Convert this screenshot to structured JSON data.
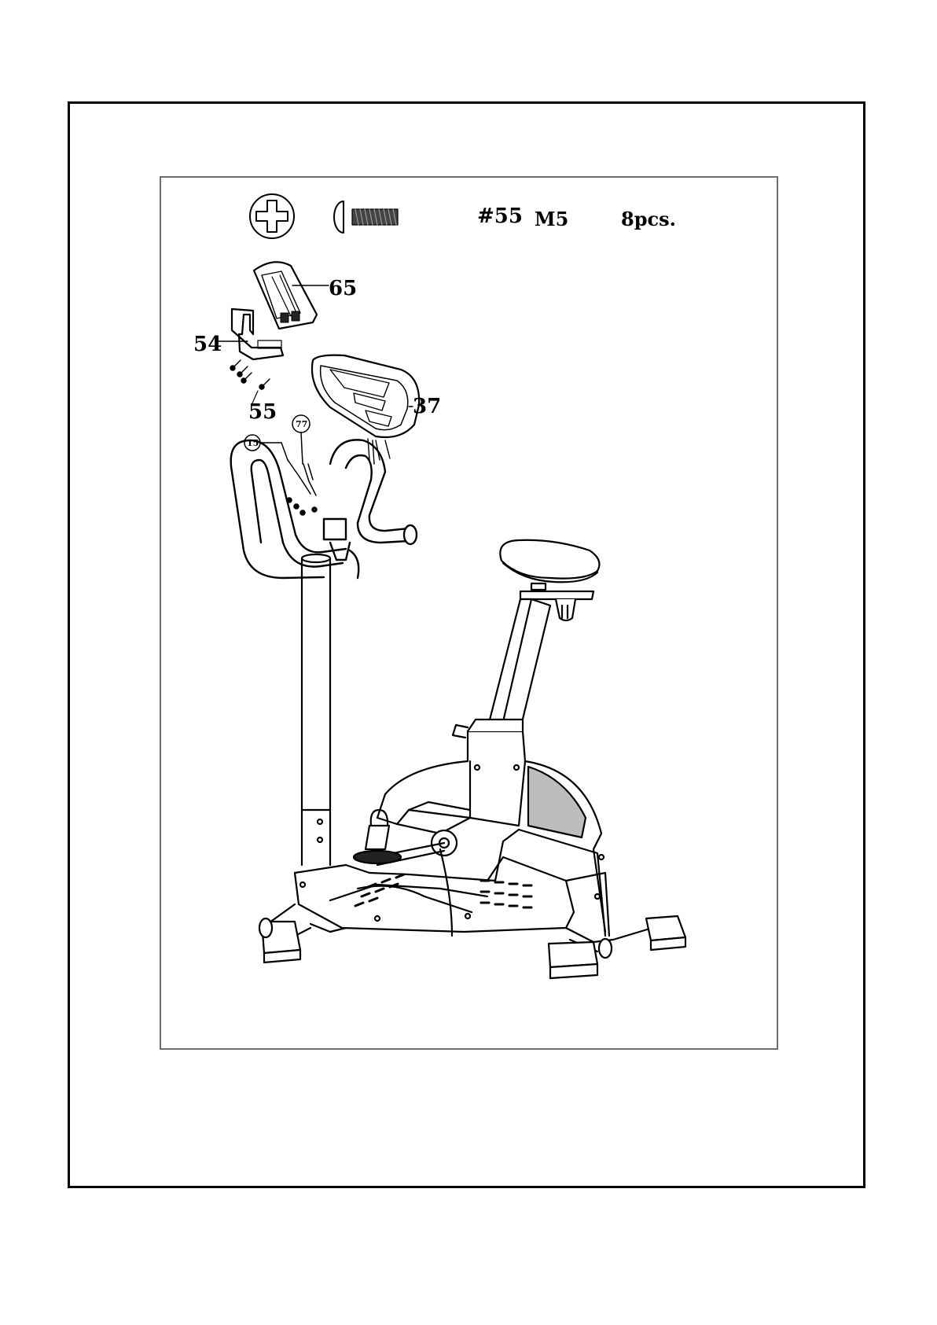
{
  "hardware": {
    "part_label": "#55",
    "size": "M5",
    "quantity": "8pcs."
  },
  "callouts": {
    "c65": "65",
    "c54": "54",
    "c55": "55",
    "c37": "37",
    "c15": "15",
    "c77": "77"
  }
}
